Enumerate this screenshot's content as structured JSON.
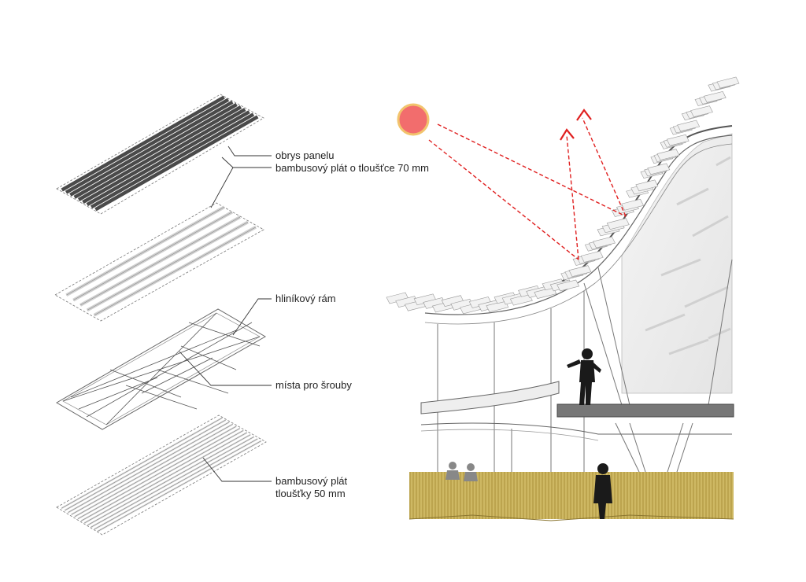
{
  "labels": {
    "panel_outline": "obrys panelu",
    "bamboo_70": "bambusový plát o tloušťce 70 mm",
    "aluminium_frame": "hliníkový rám",
    "screw_points": "místa pro šrouby",
    "bamboo_50_line1": "bambusový plát",
    "bamboo_50_line2": "tloušťky 50 mm"
  },
  "colors": {
    "sun_fill": "#f26d6d",
    "sun_ring": "#f2c46d",
    "ray": "#e02020",
    "dark_slat": "#4a4a4a",
    "grass": "#c8b155",
    "silhouette": "#1a1a1a"
  },
  "icons": {
    "sun": "sun-icon",
    "arrows": "reflection-arrow-icon",
    "people": "person-silhouette-icon"
  }
}
